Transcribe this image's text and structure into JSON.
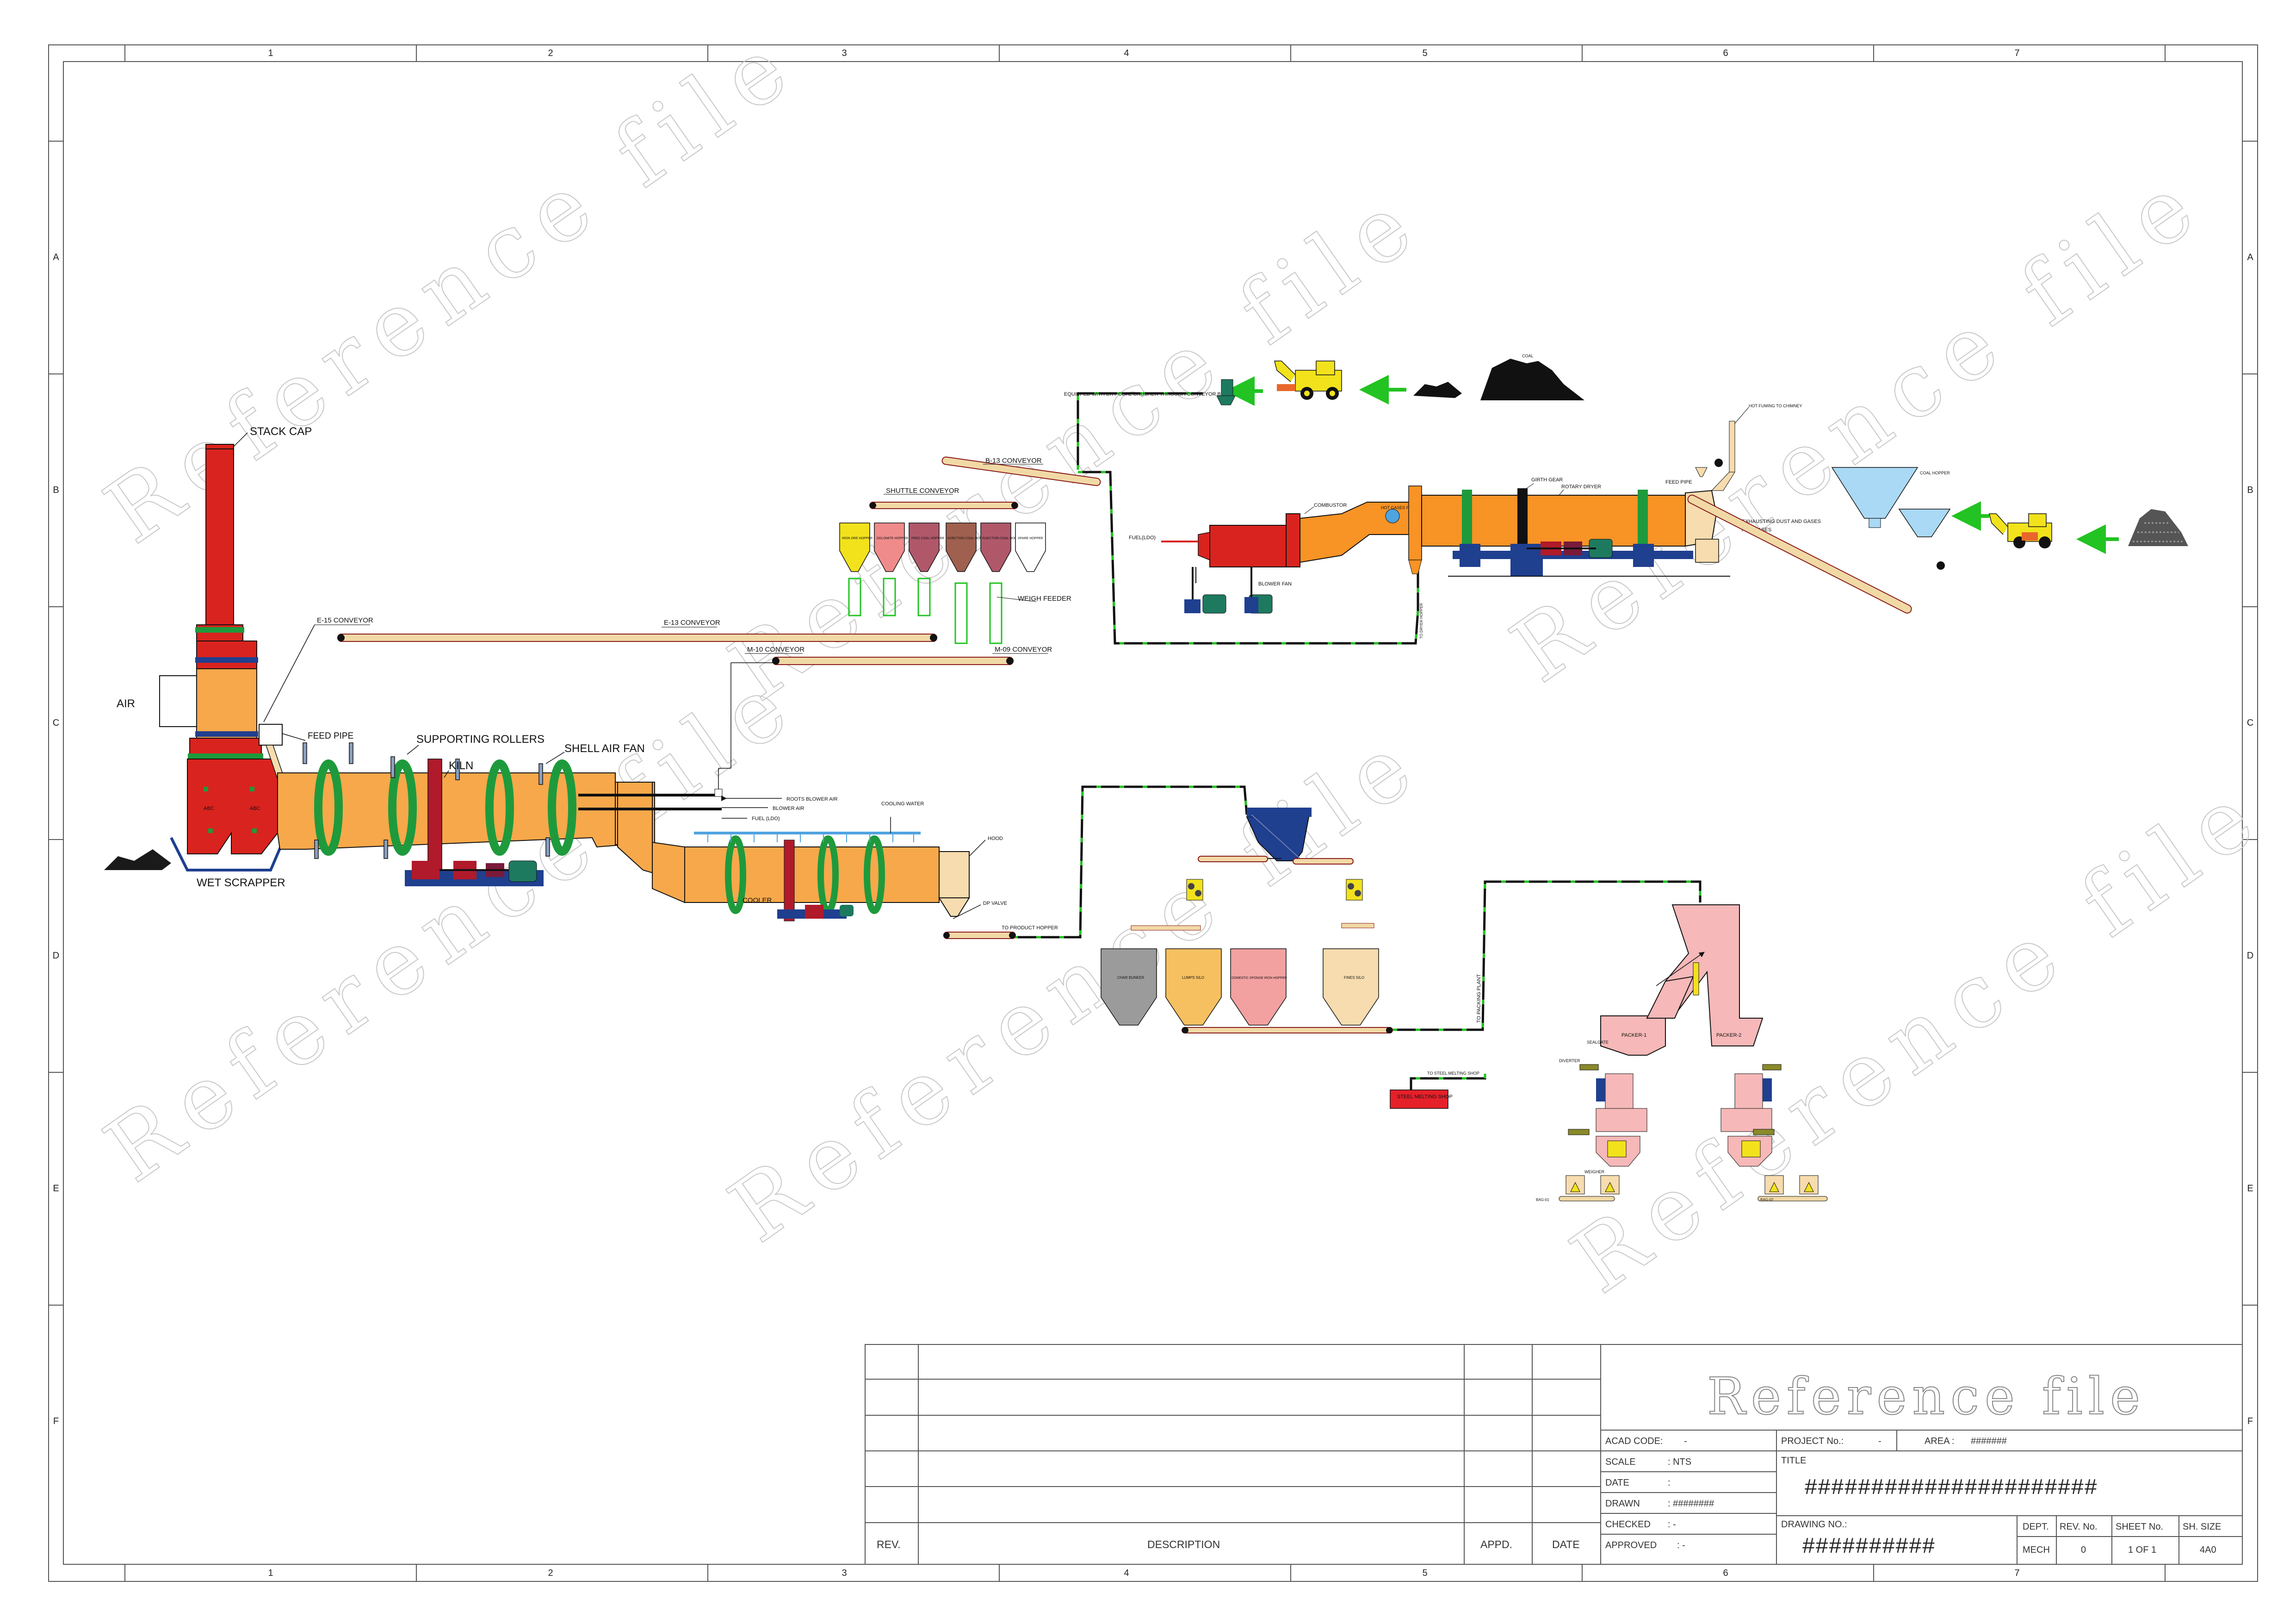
{
  "frame": {
    "columns": [
      "1",
      "2",
      "3",
      "4",
      "5",
      "6",
      "7"
    ],
    "rows": [
      "A",
      "B",
      "C",
      "D",
      "E",
      "F"
    ]
  },
  "watermark": {
    "text": "Reference file"
  },
  "kiln_section": {
    "stack_cap": "STACK CAP",
    "air": "AIR",
    "feed_pipe": "FEED PIPE",
    "supporting_rollers": "SUPPORTING ROLLERS",
    "shell_air_fan": "SHELL AIR FAN",
    "kiln": "KILN",
    "wet_scrapper": "WET SCRAPPER",
    "abc_left": "ABC",
    "abc_right": "ABC"
  },
  "cooler_section": {
    "roots_blower_air": "ROOTS BLOWER AIR",
    "blower_air": "BLOWER AIR",
    "fuel": "FUEL (LDO)",
    "cooling_water": "COOLING WATER",
    "hood": "HOOD",
    "cooler": "COOLER",
    "dp_valve": "DP VALVE",
    "to_product_hopper": "TO PRODUCT HOPPER"
  },
  "conveyors": {
    "e15": "E-15 CONVEYOR",
    "e13": "E-13 CONVEYOR",
    "m10": "M-10 CONVEYOR",
    "m09": "M-09 CONVEYOR",
    "b13": "B-13 CONVEYOR",
    "shuttle": "SHUTTLE CONVEYOR",
    "weigh_feeder": "WEIGH FEEDER",
    "coal_feed_note": "EQUIPPED WITH DRY COAL CRUSHER THROUGH CONVEYOR BELT B-13"
  },
  "hoppers": [
    {
      "label": "IRON ORE HOPPER",
      "color": "#f2e21c"
    },
    {
      "label": "DOLOMITE HOPPER",
      "color": "#f08b8b"
    },
    {
      "label": "FEED COAL HOPPER",
      "color": "#b0586a"
    },
    {
      "label": "INJECTION COAL HOPPER",
      "color": "#a0604f"
    },
    {
      "label": "INJECTION COAL HOPPER",
      "color": "#b0586a"
    },
    {
      "label": "SPARE HOPPER",
      "color": "#ffffff"
    }
  ],
  "dryer_section": {
    "combustor": "COMBUSTOR",
    "girth_gear": "GIRTH GEAR",
    "rotary_dryer": "ROTARY DRYER",
    "feed_pipe": "FEED PIPE",
    "fuel": "FUEL(LDO)",
    "blower_fan": "BLOWER FAN",
    "hot_gases": "HOT GASES PASSING",
    "exhausting": "EXHAUSTING DUST AND GASES",
    "hot_fuming": "HOT FUMING TO CHIMNEY",
    "coal_hopper": "COAL HOPPER",
    "coal": "COAL",
    "riser": "TO DRYER HOPPER"
  },
  "product_section": {
    "silos": [
      {
        "label": "CHAR BUNKER",
        "color": "#9b9b9b"
      },
      {
        "label": "LUMPS SILO",
        "color": "#f6c060"
      },
      {
        "label": "DOMESTIC SPONGE IRON HOPPER",
        "color": "#f3a0a0"
      },
      {
        "label": "FINES SILO",
        "color": "#f6dcae"
      }
    ],
    "steel_melting_shop": "STEEL MELTING SHOP",
    "to_steel_melting": "TO STEEL MELTING SHOP",
    "to_packing_plant": "TO PACKING PLANT",
    "packer1": "PACKER-1",
    "packer2": "PACKER-2",
    "seal_gate": "SEALGATE",
    "diverter": "DIVERTER",
    "weigher": "WEIGHER",
    "bag_left": "BAG-01",
    "bag_right": "BAG-02"
  },
  "title_block": {
    "rev": "REV.",
    "description": "DESCRIPTION",
    "appd": "APPD.",
    "date_col": "DATE",
    "watermark": "Reference file",
    "acad_code": "ACAD CODE:",
    "acad_code_val": "-",
    "scale": "SCALE",
    "scale_val": ": NTS",
    "date": "DATE",
    "date_val": ":",
    "drawn": "DRAWN",
    "drawn_val": ": ########",
    "checked": "CHECKED",
    "checked_val": ": -",
    "approved": "APPROVED",
    "approved_val": ": -",
    "project_no": "PROJECT No.:",
    "project_no_val": "-",
    "area": "AREA :",
    "area_val": "#######",
    "title": "TITLE",
    "title_val": "######################",
    "drawing_no": "DRAWING NO.:",
    "drawing_no_val": "##########",
    "dept": "DEPT.",
    "dept_val": "MECH",
    "rev_no": "REV. No.",
    "rev_no_val": "0",
    "sheet_no": "SHEET No.",
    "sheet_no_val": "1 OF 1",
    "sh_size": "SH. SIZE",
    "sh_size_val": "4A0"
  },
  "colors": {
    "kiln_shell": "#f7a84a",
    "stack": "#d9231e",
    "tire": "#1e9a3c",
    "gear": "#b01a2a",
    "drive": "#1f3f8f",
    "motor": "#1d7a5f",
    "dryer": "#f89325",
    "belt": "#f1d9a6",
    "line": "#0a7a1a",
    "arrow": "#22c322"
  }
}
